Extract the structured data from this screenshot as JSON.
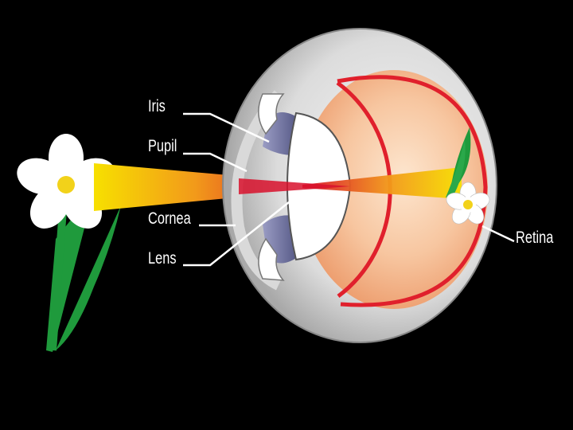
{
  "labels": {
    "iris": "Iris",
    "pupil": "Pupil",
    "cornea": "Cornea",
    "lens": "Lens",
    "retina": "Retina"
  },
  "icons": {
    "object": "flower-icon",
    "image": "inverted-flower-icon"
  },
  "colors": {
    "background": "#000000",
    "sclera": "#d9d9d9",
    "eye_interior": "#f2b48a",
    "retina_line": "#e0202c",
    "iris": "#6c6f9c",
    "lens": "#ffffff",
    "petal": "#ffffff",
    "flower_center": "#f2d21a",
    "stem": "#1f9a3c",
    "light_beam_start": "#f5d400",
    "light_beam_end": "#d8102c",
    "label_text": "#ffffff",
    "leader_line": "#ffffff"
  }
}
